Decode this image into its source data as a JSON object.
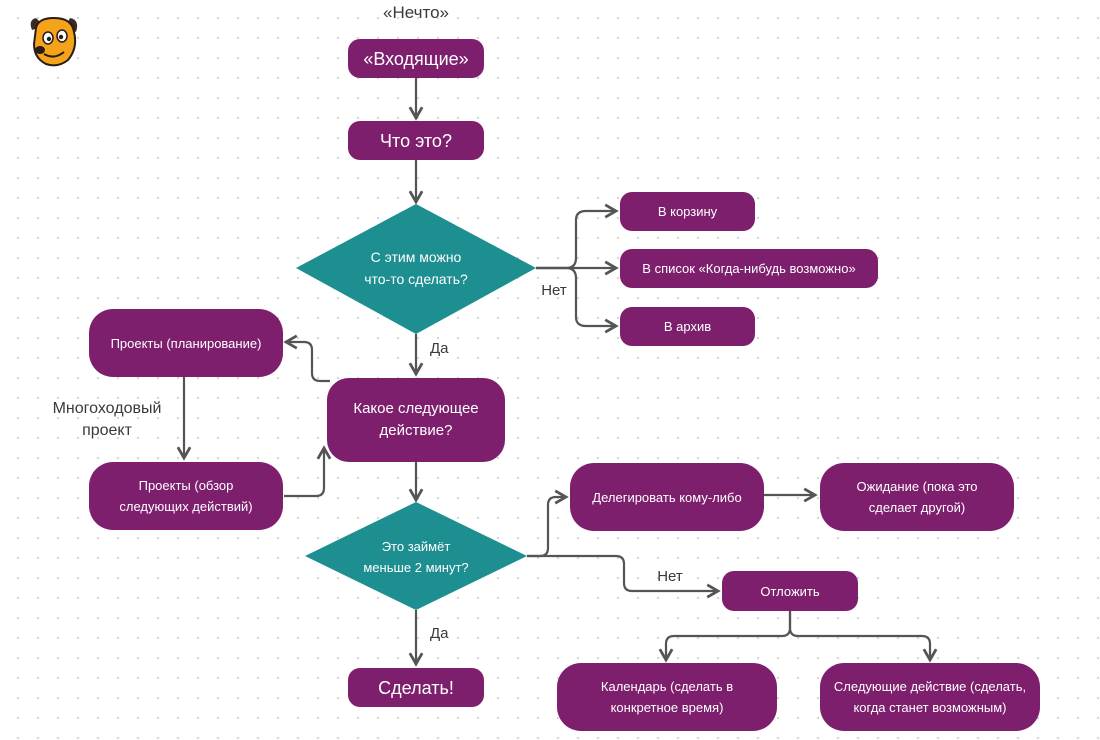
{
  "top_label": "«Нечто»",
  "nodes": {
    "inbox": "«Входящие»",
    "what": "Что это?",
    "actionable": "С этим можно\nчто-то сделать?",
    "trash": "В корзину",
    "someday": "В список «Когда-нибудь возможно»",
    "archive": "В архив",
    "projects_planning": "Проекты (планирование)",
    "multistep": "Многоходовый\nпроект",
    "projects_review": "Проекты (обзор\nследующих действий)",
    "next_action": "Какое следующее\nдействие?",
    "two_min": "Это займёт\nменьше 2 минут?",
    "delegate": "Делегировать кому-либо",
    "waiting": "Ожидание (пока это\nсделает другой)",
    "defer": "Отложить",
    "do_it": "Сделать!",
    "calendar": "Календарь (сделать в\nконкретное время)",
    "next_actions_list": "Следующие действие (сделать,\nкогда станет возможным)"
  },
  "edge_labels": {
    "no_1": "Нет",
    "yes_1": "Да",
    "no_2": "Нет",
    "yes_2": "Да"
  },
  "colors": {
    "node": "#7e1f6e",
    "decision": "#1d8f91",
    "connector": "#555555",
    "logo": "#f5a31a"
  },
  "icons": [
    "dog-logo-icon"
  ]
}
